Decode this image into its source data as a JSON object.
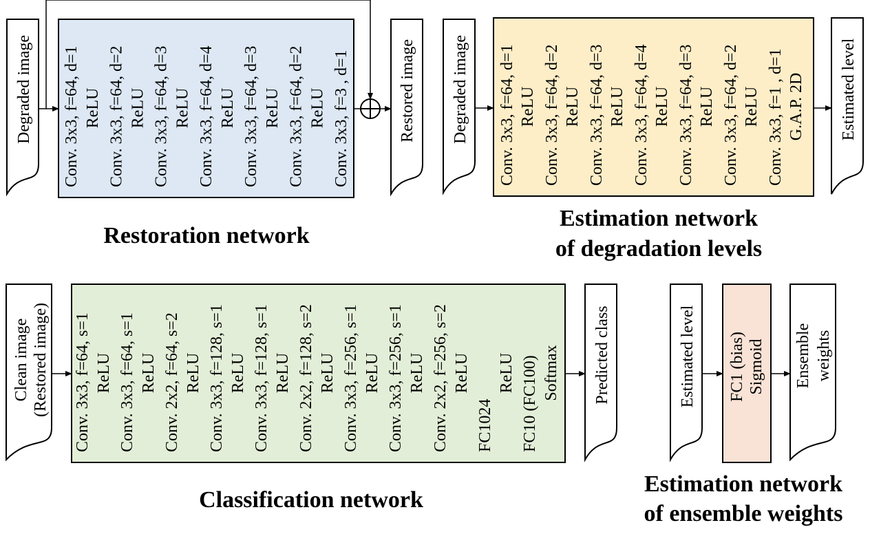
{
  "colors": {
    "restoration": "#dde8f4",
    "degradation": "#fdeec8",
    "classification": "#e3eed8",
    "ensemble": "#f9e2d6"
  },
  "restoration": {
    "title": "Restoration network",
    "input": "Degraded image",
    "output": "Restored image",
    "layers": [
      [
        "Conv. 3x3, f=64, d=1",
        "ReLU"
      ],
      [
        "Conv. 3x3, f=64, d=2",
        "ReLU"
      ],
      [
        "Conv. 3x3, f=64, d=3",
        "ReLU"
      ],
      [
        "Conv. 3x3, f=64, d=4",
        "ReLU"
      ],
      [
        "Conv. 3x3, f=64, d=3",
        "ReLU"
      ],
      [
        "Conv. 3x3, f=64, d=2",
        "ReLU"
      ],
      [
        "Conv. 3x3, f=3 , d=1"
      ]
    ]
  },
  "degradation": {
    "title_line1": "Estimation network",
    "title_line2": "of degradation levels",
    "input": "Degraded  image",
    "output": "Estimated level",
    "layers": [
      [
        "Conv. 3x3, f=64, d=1",
        "ReLU"
      ],
      [
        "Conv. 3x3, f=64, d=2",
        "ReLU"
      ],
      [
        "Conv. 3x3, f=64, d=3",
        "ReLU"
      ],
      [
        "Conv. 3x3, f=64, d=4",
        "ReLU"
      ],
      [
        "Conv. 3x3, f=64, d=3",
        "ReLU"
      ],
      [
        "Conv. 3x3, f=64, d=2",
        "ReLU"
      ],
      [
        "Conv. 3x3, f=1 , d=1",
        "G.A.P. 2D"
      ]
    ]
  },
  "classification": {
    "title": "Classification network",
    "input_line1": "Clean image",
    "input_line2": "(Restored image)",
    "output": "Predicted class",
    "layers": [
      [
        "Conv. 3x3, f=64, s=1",
        "ReLU"
      ],
      [
        "Conv. 3x3, f=64, s=1",
        "ReLU"
      ],
      [
        "Conv. 2x2, f=64, s=2",
        "ReLU"
      ],
      [
        "Conv. 3x3, f=128, s=1",
        "ReLU"
      ],
      [
        "Conv. 3x3, f=128, s=1",
        "ReLU"
      ],
      [
        "Conv. 2x2, f=128, s=2",
        "ReLU"
      ],
      [
        "Conv. 3x3, f=256, s=1",
        "ReLU"
      ],
      [
        "Conv. 3x3, f=256, s=1",
        "ReLU"
      ],
      [
        "Conv. 2x2, f=256, s=2",
        "ReLU"
      ],
      [
        "FC1024",
        "ReLU"
      ],
      [
        "FC10 (FC100)",
        "Softmax"
      ]
    ]
  },
  "ensemble": {
    "title_line1": "Estimation network",
    "title_line2": "of ensemble weights",
    "input": "Estimated level",
    "layer_line1": "FC1 (bias)",
    "layer_line2": "Sigmoid",
    "output_line1": "Ensemble",
    "output_line2": "weights"
  }
}
